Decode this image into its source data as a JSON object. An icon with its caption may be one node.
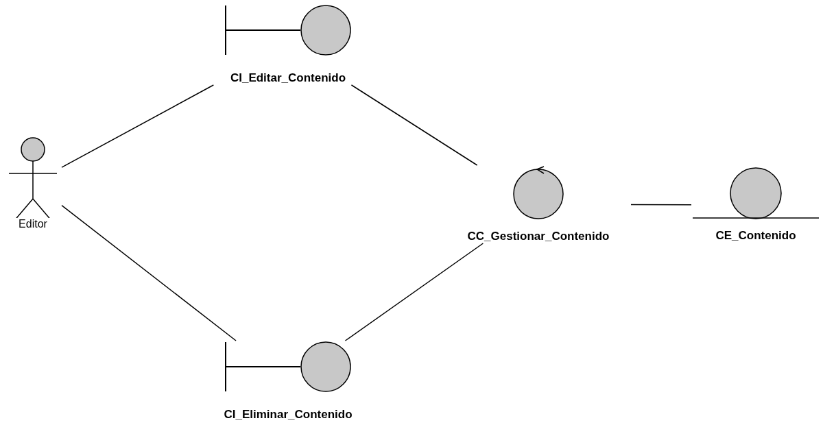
{
  "diagram": {
    "nodes": [
      {
        "text": [
          "CI_Editar_Contenido"
        ]
      },
      {
        "text": [
          "Editor"
        ]
      },
      {
        "text": [
          "CC_Gestionar_Contenido"
        ]
      },
      {
        "text": [
          "CE_Contenido"
        ]
      },
      {
        "text": [
          "CI_Eliminar_Contenido"
        ]
      }
    ],
    "edges": [
      {
        "from": 1,
        "to": 0,
        "arrow": "none"
      },
      {
        "from": 0,
        "to": 2,
        "arrow": "none"
      },
      {
        "from": 2,
        "to": 3,
        "arrow": "none"
      },
      {
        "from": 1,
        "to": 4,
        "arrow": "none"
      },
      {
        "from": 4,
        "to": 2,
        "arrow": "none"
      }
    ]
  }
}
